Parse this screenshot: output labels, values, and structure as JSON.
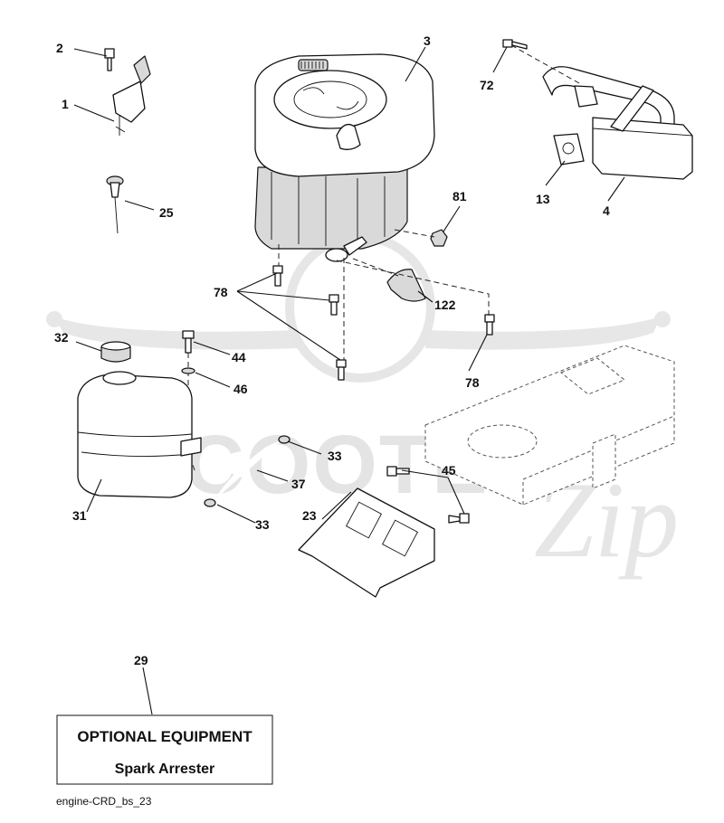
{
  "callouts": {
    "c1": "1",
    "c2": "2",
    "c3": "3",
    "c4": "4",
    "c13": "13",
    "c23": "23",
    "c25": "25",
    "c29": "29",
    "c31": "31",
    "c32": "32",
    "c33a": "33",
    "c33b": "33",
    "c37": "37",
    "c44": "44",
    "c45": "45",
    "c46": "46",
    "c72": "72",
    "c78a": "78",
    "c78b": "78",
    "c81": "81",
    "c122": "122"
  },
  "optional_box": {
    "title": "OPTIONAL EQUIPMENT",
    "subtitle": "Spark Arrester"
  },
  "diagram_ref": "engine-CRD_bs_23",
  "watermark": {
    "brand": "SCOOTER",
    "brand_suffix": "Zip"
  }
}
